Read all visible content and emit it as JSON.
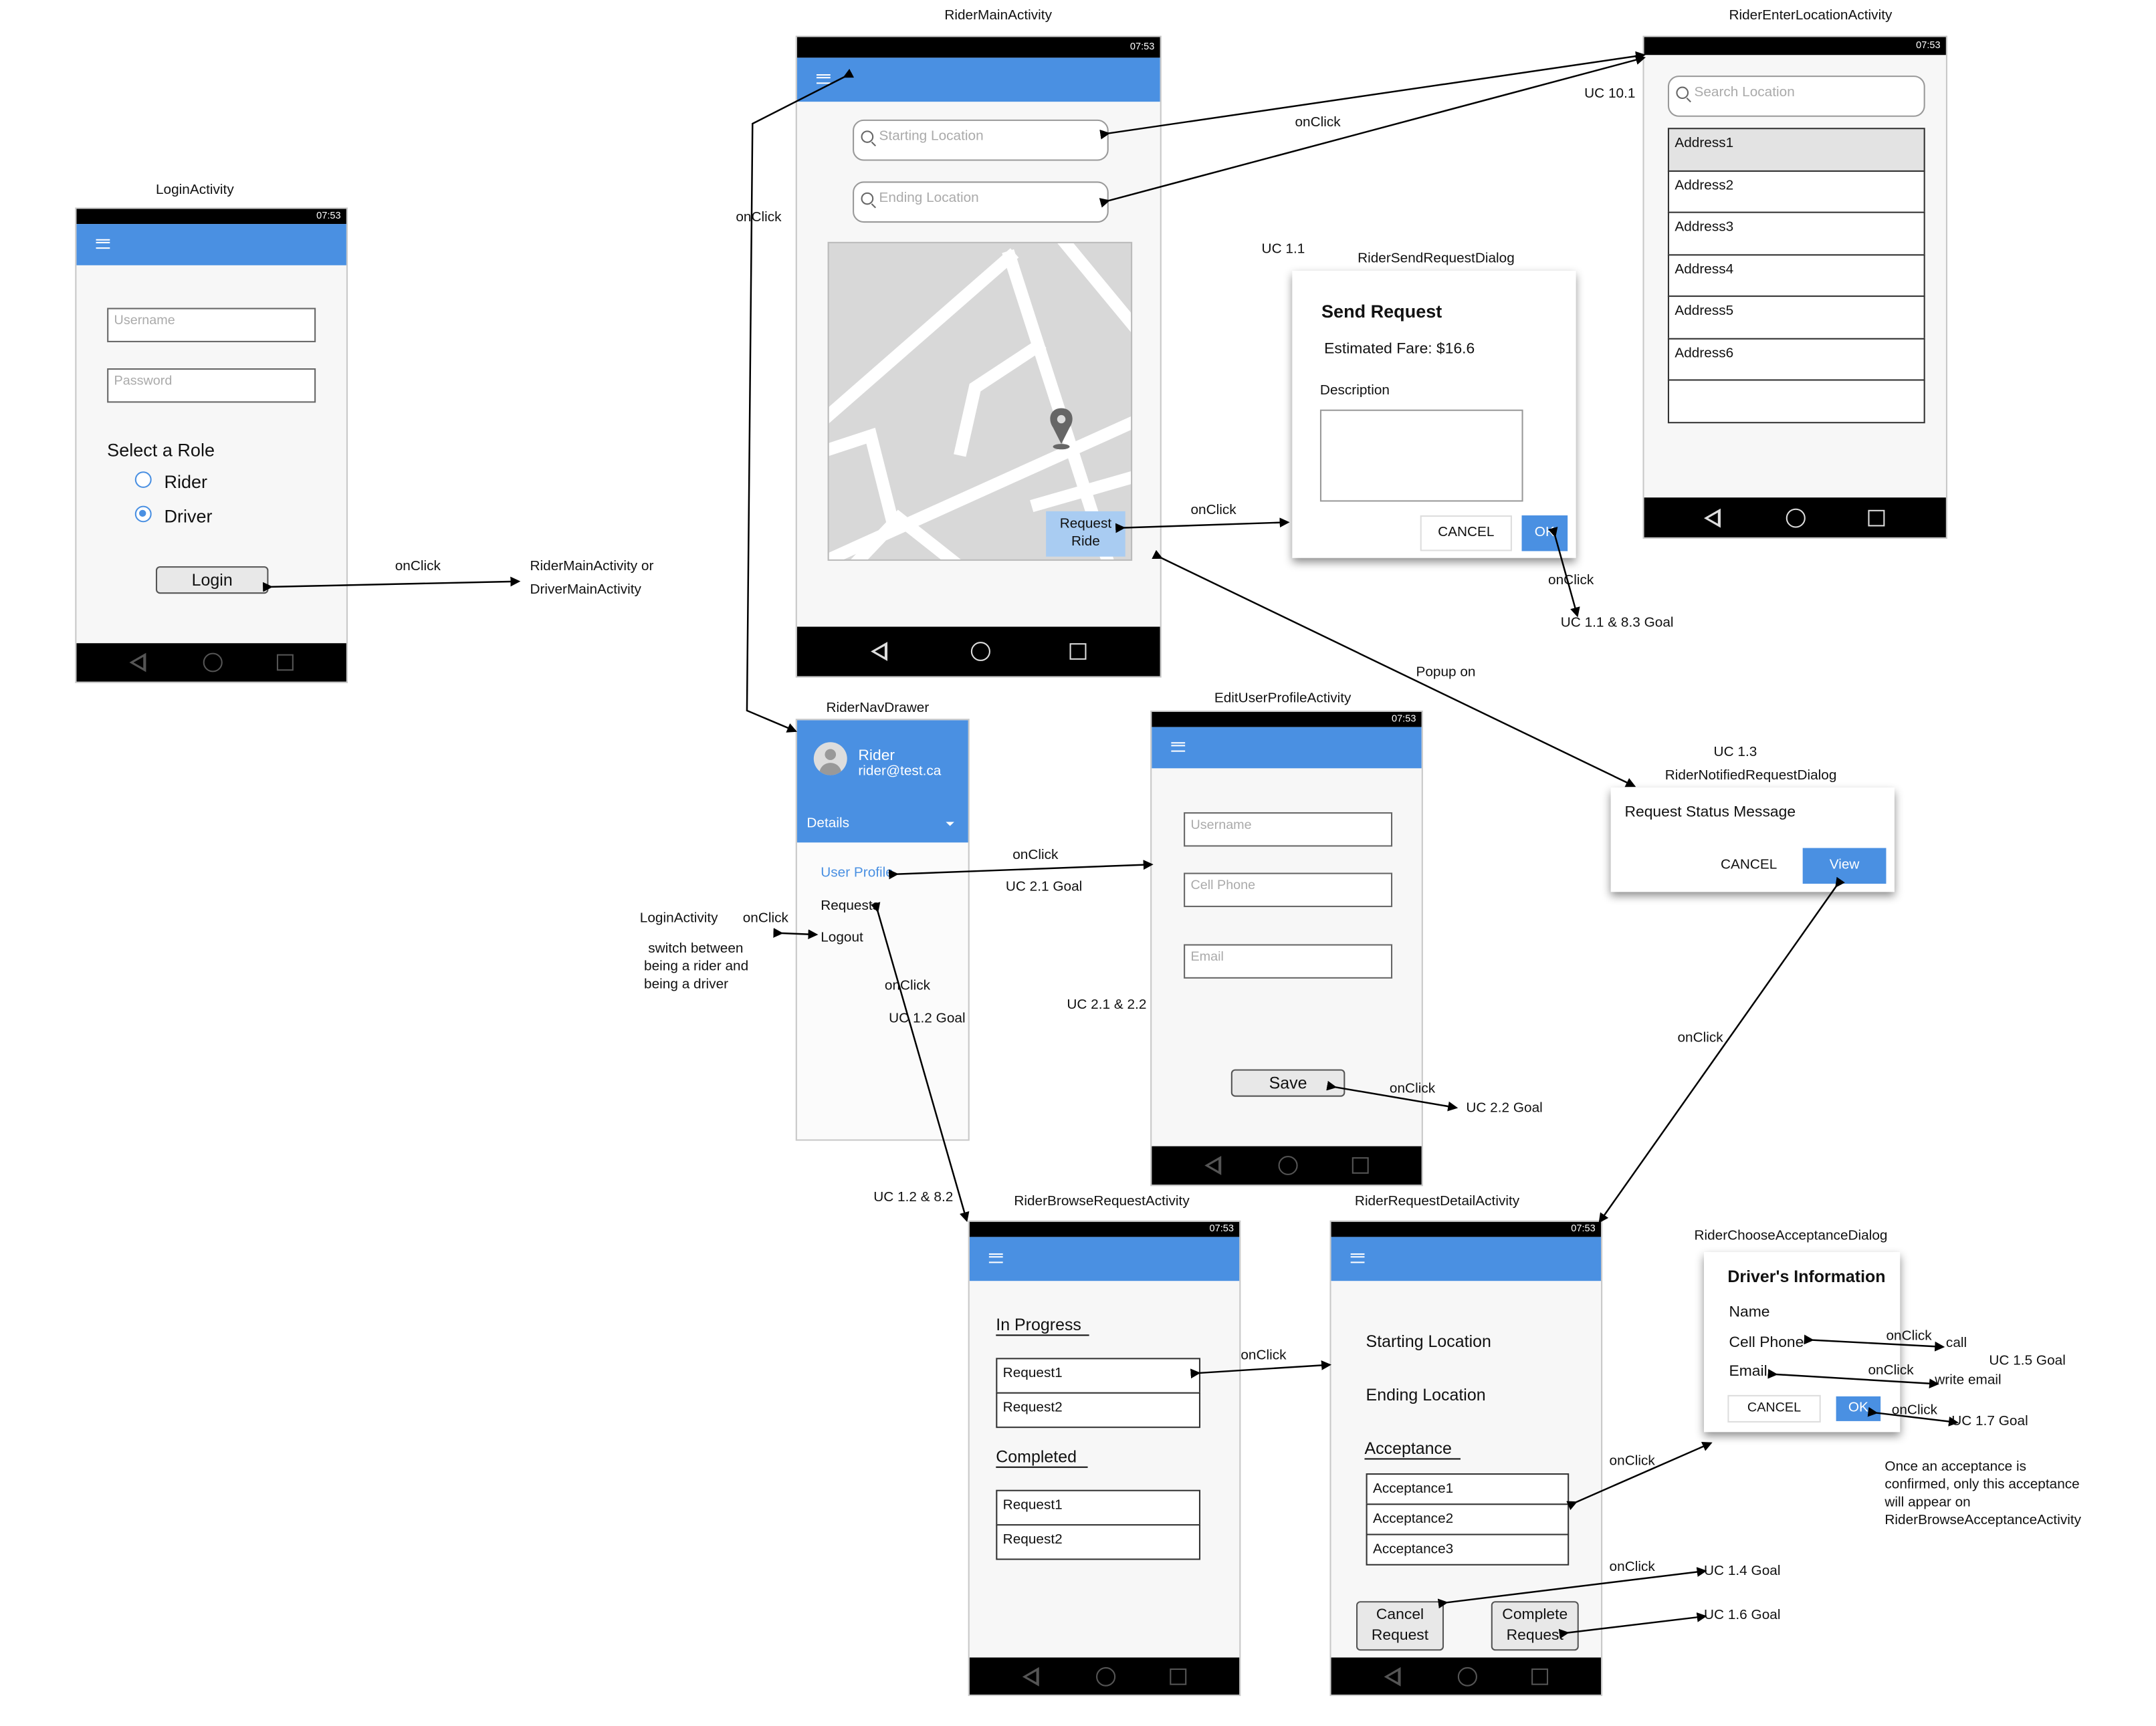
{
  "time": "07:53",
  "screens": {
    "login": {
      "title": "LoginActivity",
      "username_placeholder": "Username",
      "password_placeholder": "Password",
      "role_heading": "Select a Role",
      "role_rider": "Rider",
      "role_driver": "Driver",
      "login_button": "Login"
    },
    "rider_main": {
      "title": "RiderMainActivity",
      "starting_placeholder": "Starting Location",
      "ending_placeholder": "Ending Location",
      "request_ride_line1": "Request",
      "request_ride_line2": "Ride"
    },
    "enter_location": {
      "title": "RiderEnterLocationActivity",
      "search_placeholder": "Search Location",
      "addresses": [
        "Address1",
        "Address2",
        "Address3",
        "Address4",
        "Address5",
        "Address6",
        ""
      ]
    },
    "send_request_dialog": {
      "title": "RiderSendRequestDialog",
      "heading": "Send Request",
      "fare": "Estimated Fare: $16.6",
      "description_label": "Description",
      "cancel": "CANCEL",
      "ok": "OK"
    },
    "nav_drawer": {
      "title": "RiderNavDrawer",
      "user_name": "Rider",
      "user_email": "rider@test.ca",
      "details": "Details",
      "items": [
        "User Profile",
        "Requests",
        "Logout"
      ]
    },
    "edit_profile": {
      "title": "EditUserProfileActivity",
      "username_placeholder": "Username",
      "phone_placeholder": "Cell Phone",
      "email_placeholder": "Email",
      "save_button": "Save"
    },
    "notified_dialog": {
      "title": "RiderNotifiedRequestDialog",
      "message": "Request Status Message",
      "cancel": "CANCEL",
      "view": "View"
    },
    "browse_request": {
      "title": "RiderBrowseRequestActivity",
      "in_progress": "In Progress",
      "completed": "Completed",
      "in_progress_items": [
        "Request1",
        "Request2"
      ],
      "completed_items": [
        "Request1",
        "Request2"
      ]
    },
    "request_detail": {
      "title": "RiderRequestDetailActivity",
      "starting": "Starting Location",
      "ending": "Ending Location",
      "acceptance_heading": "Acceptance",
      "acceptances": [
        "Acceptance1",
        "Acceptance2",
        "Acceptance3"
      ],
      "cancel_line1": "Cancel",
      "cancel_line2": "Request",
      "complete_line1": "Complete",
      "complete_line2": "Request"
    },
    "choose_acceptance": {
      "title": "RiderChooseAcceptanceDialog",
      "heading": "Driver's Information",
      "name": "Name",
      "phone": "Cell Phone",
      "email": "Email",
      "cancel": "CANCEL",
      "ok": "OK"
    }
  },
  "annotations": {
    "onclick": "onClick",
    "login_target_1": "RiderMainActivity or",
    "login_target_2": "DriverMainActivity",
    "uc_10_1": "UC 10.1",
    "uc_1_1": "UC 1.1",
    "uc_1_1_8_3": "UC 1.1 & 8.3 Goal",
    "popup_on": "Popup on",
    "uc_1_3": "UC 1.3",
    "uc_2_1_goal": "UC 2.1 Goal",
    "uc_2_1_2_2": "UC 2.1 & 2.2",
    "uc_2_2_goal": "UC 2.2 Goal",
    "login_activity": "LoginActivity",
    "switch_1": "switch between",
    "switch_2": "being a rider and",
    "switch_3": "being a driver",
    "uc_1_2_goal": "UC 1.2 Goal",
    "uc_1_2_8_2": "UC 1.2 & 8.2",
    "call": "call",
    "write_email": "write email",
    "uc_1_5_goal": "UC 1.5 Goal",
    "uc_1_7_goal": "UC 1.7 Goal",
    "uc_1_4_goal": "UC 1.4 Goal",
    "uc_1_6_goal": "UC 1.6 Goal",
    "note_1": "Once an acceptance is",
    "note_2": "confirmed, only this acceptance",
    "note_3": "will appear on",
    "note_4": "RiderBrowseAcceptanceActivity"
  },
  "colors": {
    "app_bar": "#4a90e2",
    "button_blue": "#4a90e2",
    "map": "#d8d8d8"
  }
}
